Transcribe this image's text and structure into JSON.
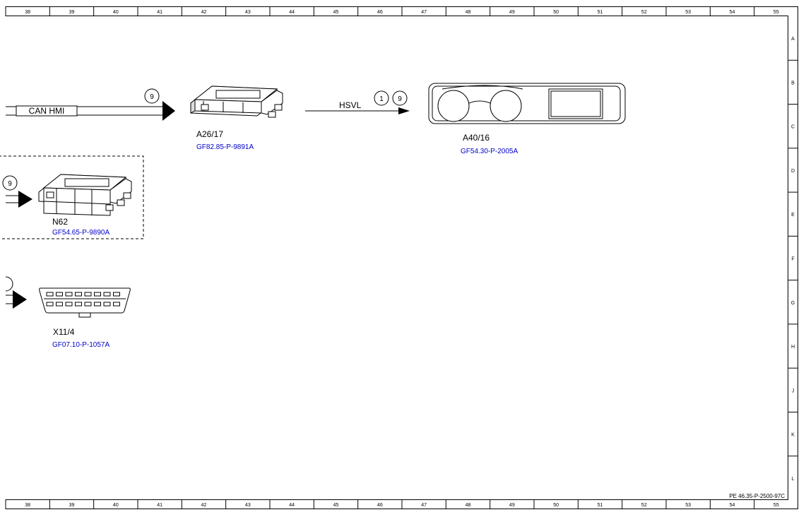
{
  "ruler": {
    "columns": [
      "38",
      "39",
      "40",
      "41",
      "42",
      "43",
      "44",
      "45",
      "46",
      "47",
      "48",
      "49",
      "50",
      "51",
      "52",
      "53",
      "54",
      "55"
    ],
    "rows": [
      "A",
      "B",
      "C",
      "D",
      "E",
      "F",
      "G",
      "H",
      "J",
      "K",
      "L"
    ]
  },
  "components": {
    "a26_17": {
      "label": "A26/17",
      "ref": "GF82.85-P-9891A"
    },
    "a40_16": {
      "label": "A40/16",
      "ref": "GF54.30-P-2005A"
    },
    "n62": {
      "label": "N62",
      "ref": "GF54.65-P-9890A"
    },
    "x11_4": {
      "label": "X11/4",
      "ref": "GF07.10-P-1057A"
    }
  },
  "buses": {
    "can_hmi": {
      "label": "CAN HMI",
      "marker": "9"
    },
    "hsvl": {
      "label": "HSVL",
      "marker_1": "1",
      "marker_2": "9"
    },
    "n62_in": {
      "marker": "9"
    }
  },
  "footer": {
    "drawing_id": "PE 46.35-P-2500-97C"
  },
  "colors": {
    "line": "#000000",
    "ref_link": "#0000cc"
  }
}
